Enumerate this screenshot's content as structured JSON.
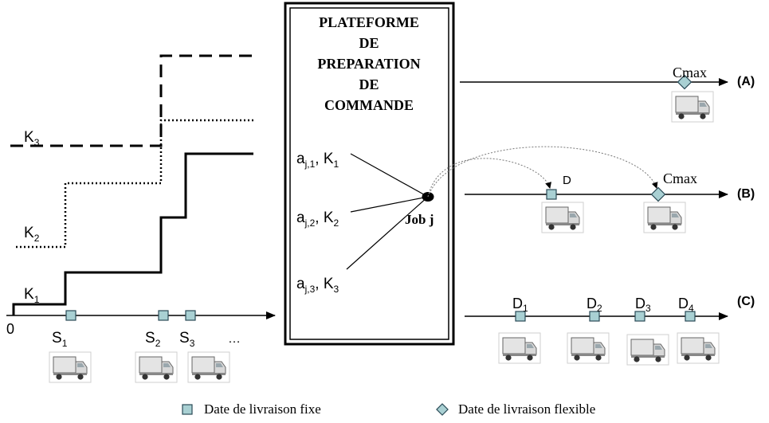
{
  "platform": {
    "lines": [
      "PLATEFORME",
      "DE",
      "PREPARATION",
      "DE",
      "COMMANDE"
    ]
  },
  "left_chart": {
    "k3": "K",
    "k3_sub": "3",
    "k2": "K",
    "k2_sub": "2",
    "k1": "K",
    "k1_sub": "1",
    "origin": "0",
    "s1": "S",
    "s1_sub": "1",
    "s2": "S",
    "s2_sub": "2",
    "s3": "S",
    "s3_sub": "3",
    "ellipsis": "…"
  },
  "inputs": {
    "row1": {
      "a": "a",
      "sub": "j,1",
      "sep": ", ",
      "k": "K",
      "ksub": "1"
    },
    "row2": {
      "a": "a",
      "sub": "j,2",
      "sep": ", ",
      "k": "K",
      "ksub": "2"
    },
    "row3": {
      "a": "a",
      "sub": "j,3",
      "sep": ", ",
      "k": "K",
      "ksub": "3"
    }
  },
  "job_label": "Job j",
  "cases": {
    "A": {
      "label": "(A)",
      "cmax": "Cmax"
    },
    "B": {
      "label": "(B)",
      "d": "D",
      "cmax": "Cmax"
    },
    "C": {
      "label": "(C)",
      "d": "D",
      "subs": [
        "1",
        "2",
        "3",
        "4"
      ]
    }
  },
  "legend": {
    "fixed": "Date de livraison fixe",
    "flexible": "Date de livraison flexible"
  },
  "colors": {
    "square_fill": "#a9d0d3",
    "diamond_fill": "#a9d0d3",
    "line": "#000000"
  },
  "icons": {
    "truck": "truck-icon",
    "fixed_date": "square-marker-icon",
    "flexible_date": "diamond-marker-icon"
  }
}
